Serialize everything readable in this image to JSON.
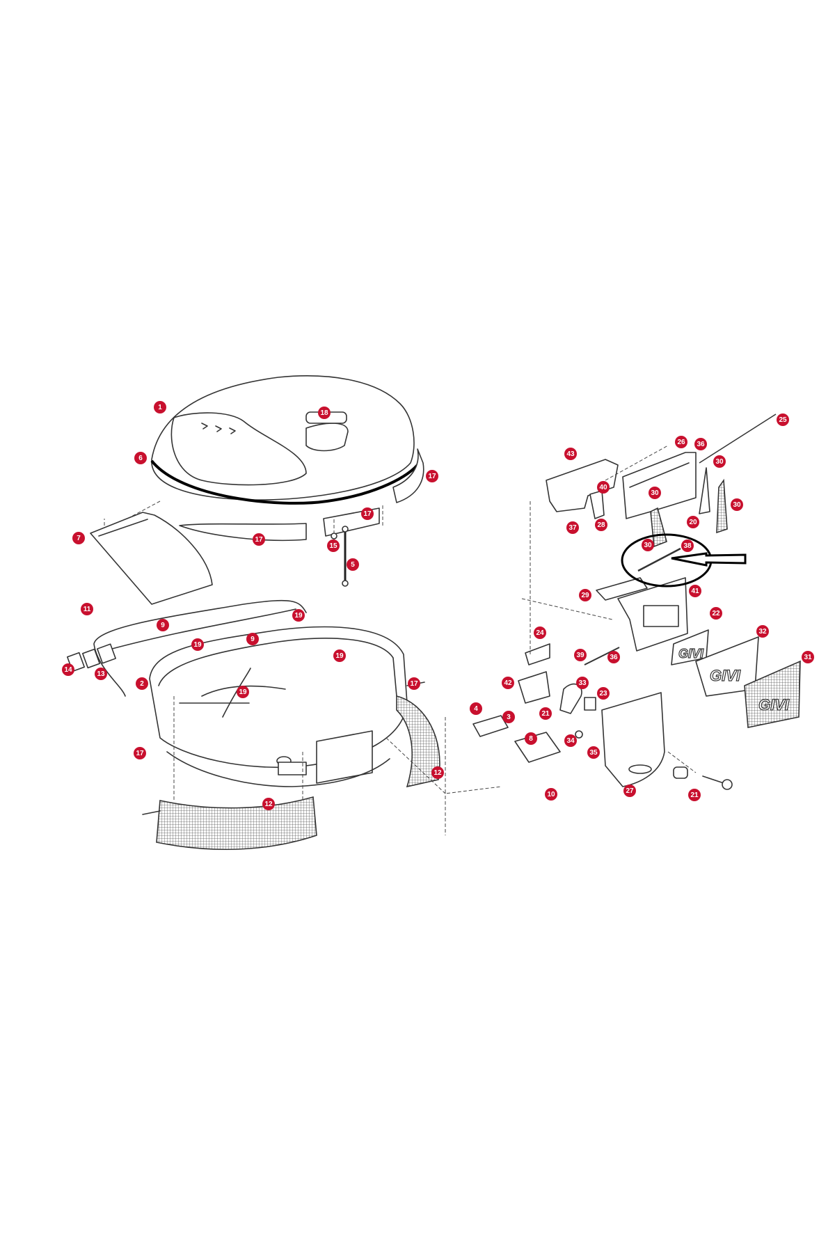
{
  "diagram": {
    "type": "exploded-parts-diagram",
    "brand_logo": "GIVI",
    "callout_color": "#c8102e",
    "annotation_color": "#000000",
    "callouts": [
      "25",
      "26",
      "36",
      "43",
      "30",
      "40",
      "30",
      "30",
      "37",
      "28",
      "20",
      "30",
      "38",
      "29",
      "41",
      "22",
      "32",
      "24",
      "39",
      "36",
      "31",
      "42",
      "33",
      "23",
      "4",
      "3",
      "21",
      "8",
      "34",
      "35",
      "10",
      "27",
      "21",
      "1",
      "18",
      "6",
      "17",
      "17",
      "7",
      "17",
      "15",
      "5",
      "11",
      "19",
      "9",
      "9",
      "19",
      "19",
      "14",
      "13",
      "2",
      "19",
      "17",
      "17",
      "12",
      "12"
    ],
    "highlighted_part": "38"
  }
}
